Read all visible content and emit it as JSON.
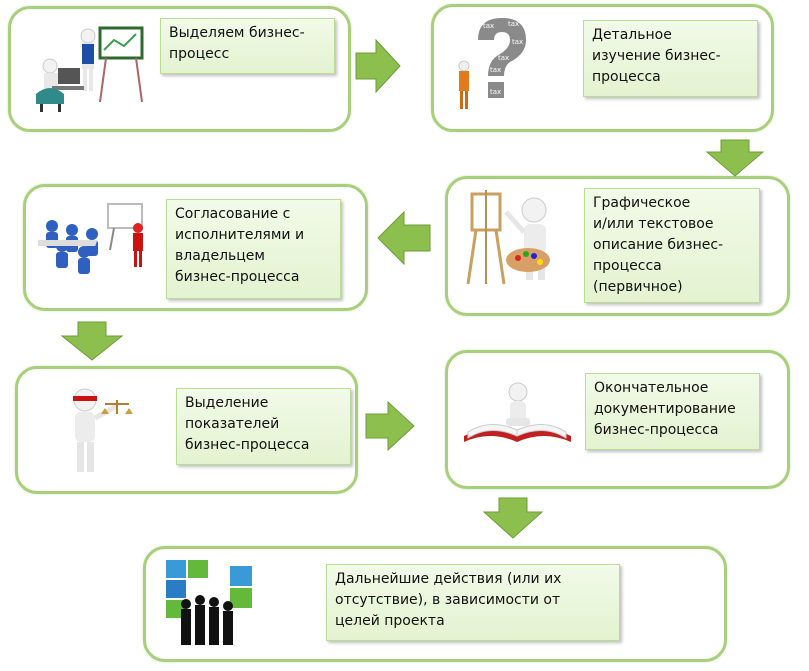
{
  "steps": [
    {
      "id": 1,
      "text": "Выделяем бизнес-\nпроцесс"
    },
    {
      "id": 2,
      "text": "Детальное\nизучение бизнес-\nпроцесса"
    },
    {
      "id": 3,
      "text": "Графическое\nи/или текстовое\nописание бизнес-\nпроцесса\n(первичное)"
    },
    {
      "id": 4,
      "text": "Согласование с\nисполнителями и\nвладельцем\nбизнес-процесса"
    },
    {
      "id": 5,
      "text": "Выделение\nпоказателей\nбизнес-процесса"
    },
    {
      "id": 6,
      "text": "Окончательное\nдокументирование\nбизнес-процесса"
    },
    {
      "id": 7,
      "text": "Дальнейшие действия (или их\nотсутствие), в зависимости от\nцелей проекта"
    }
  ],
  "illustrations": {
    "question_words": [
      "tax",
      "tax",
      "tax",
      "tax",
      "tax",
      "tax"
    ]
  },
  "colors": {
    "border": "#a8cf7a",
    "arrow": "#8cbf4e",
    "label_bg": "#e6f4d6"
  }
}
